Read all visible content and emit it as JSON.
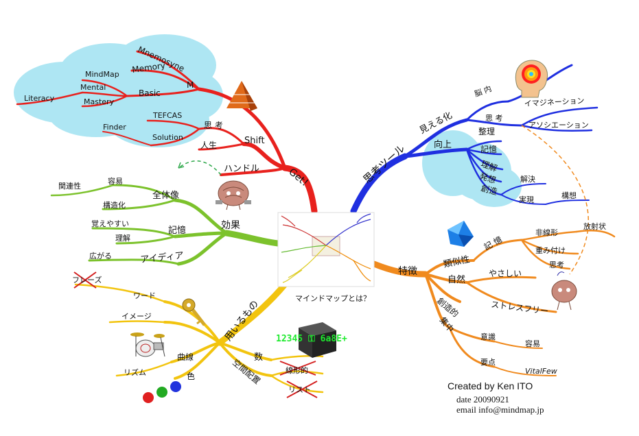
{
  "center_caption": "マインドマップとは？",
  "credits": {
    "author": "Created by Ken ITO",
    "date": "date 20090921",
    "email": "email info@mindmap.jp"
  },
  "colors": {
    "get": "#e8211d",
    "tool": "#1f2fe0",
    "effect": "#7cc22c",
    "use": "#f2c40f",
    "feature": "#f08a1e",
    "cloud": "#aee6f3"
  },
  "icons": [
    "pyramid-icon",
    "brain-mascot-icon",
    "key-icon",
    "drum-kit-icon",
    "color-balls-icon",
    "number-cube-icon",
    "heat-head-icon",
    "blue-crystal-icon",
    "thinking-brain-icon",
    "mindmap-thumbnail-icon"
  ],
  "branches": {
    "get": {
      "main": "Get！",
      "m": "M",
      "mnemosyne": "Mnemosyne",
      "memory": "Memory",
      "basic": "Basic",
      "mindmap": "MindMap",
      "mental": "Mental",
      "mastery": "Mastery",
      "literacy": "Literacy",
      "shift": "Shift",
      "shikou": "思 考",
      "tefcas": "TEFCAS",
      "solution": "Solution",
      "finder": "Finder",
      "jinsei": "人生",
      "handle": "ハンドル"
    },
    "tool": {
      "main": "思考ツール",
      "mieruka": "見える化",
      "nounai": "脳 内",
      "shikou": "思 考",
      "imagination": "イマジネーション",
      "association": "アソシエーション",
      "koujou": "向上",
      "seiri": "整理",
      "kioku": "記憶",
      "rikai": "理解",
      "hassou": "発想",
      "souzou": "創造",
      "kaiketsu": "解決",
      "jitsugen": "実現",
      "kousou": "構想"
    },
    "effect": {
      "main": "効果",
      "zentaizou": "全体像",
      "youi": "容易",
      "kanrensei": "関連性",
      "kouzouka": "構造化",
      "kioku": "記憶",
      "oboeyasui": "覚えやすい",
      "rikai": "理解",
      "idea": "アイディア",
      "hirogaru": "広がる"
    },
    "use": {
      "main": "用いるもの",
      "word": "ワード",
      "phrase": "フレーズ",
      "image": "イメージ",
      "kyokusen": "曲線",
      "rhythm": "リズム",
      "iro": "色",
      "kazu": "数",
      "kuukan": "空間配置",
      "senkeiteki": "線形的",
      "list": "リスト",
      "cube_text": "12345 ⚿ 6a8E+"
    },
    "feature": {
      "main": "特徴",
      "ruijisei": "類似性",
      "kioku": "記 憶",
      "hisenkei": "非線形",
      "housha": "放射状",
      "omomi": "重み付け",
      "shikou": "思考",
      "shizen": "自然",
      "yasashii": "やさしい",
      "stressfree": "ストレスフリー",
      "souzouteki": "創造的",
      "shuuchuu": "集中",
      "ishiki": "意識",
      "youi": "容易",
      "youten": "要点",
      "vitalfew": "VitalFew"
    }
  }
}
